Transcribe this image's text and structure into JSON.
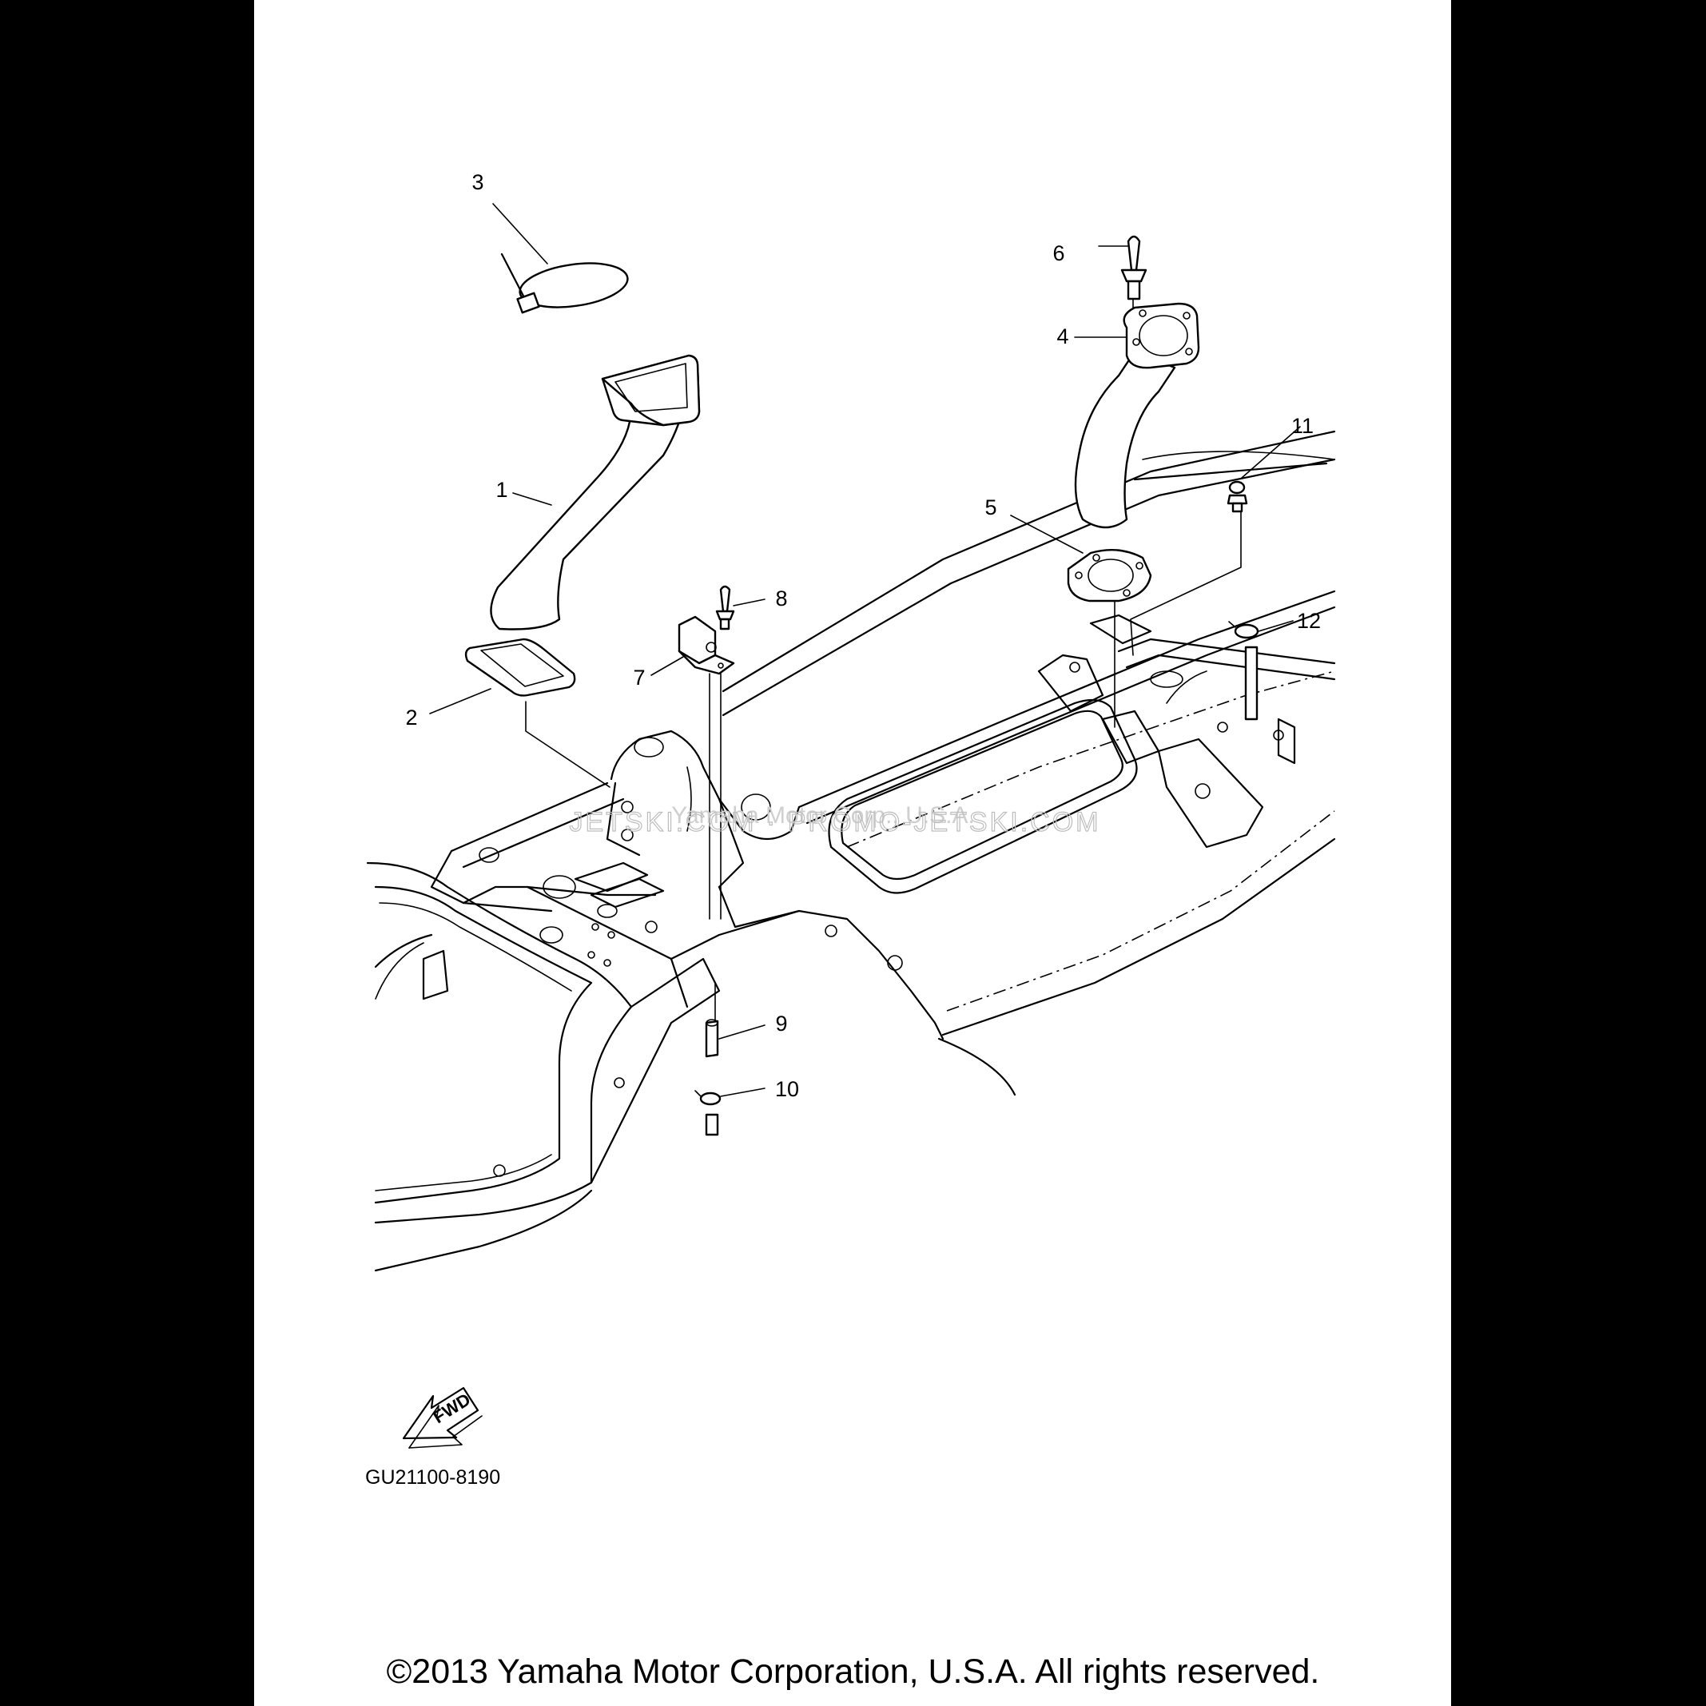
{
  "callouts": [
    {
      "num": "1",
      "part": "duct"
    },
    {
      "num": "2",
      "part": "gasket-rect"
    },
    {
      "num": "3",
      "part": "cable-tie-band"
    },
    {
      "num": "4",
      "part": "bent-duct-flange"
    },
    {
      "num": "5",
      "part": "gasket-round"
    },
    {
      "num": "6",
      "part": "rivet"
    },
    {
      "num": "7",
      "part": "holder"
    },
    {
      "num": "8",
      "part": "rivet"
    },
    {
      "num": "9",
      "part": "hose"
    },
    {
      "num": "10",
      "part": "clamp"
    },
    {
      "num": "11",
      "part": "screw"
    },
    {
      "num": "12",
      "part": "clamp"
    }
  ],
  "watermark": "JETSKI.COM · PROMO-JETSKI.COM",
  "watermark_secondary": "Yamaha Motor Corp., U.S.A.",
  "fwd_label": "FWD",
  "diagram_code": "GU21100-8190",
  "copyright": "©2013 Yamaha Motor Corporation, U.S.A. All rights reserved."
}
